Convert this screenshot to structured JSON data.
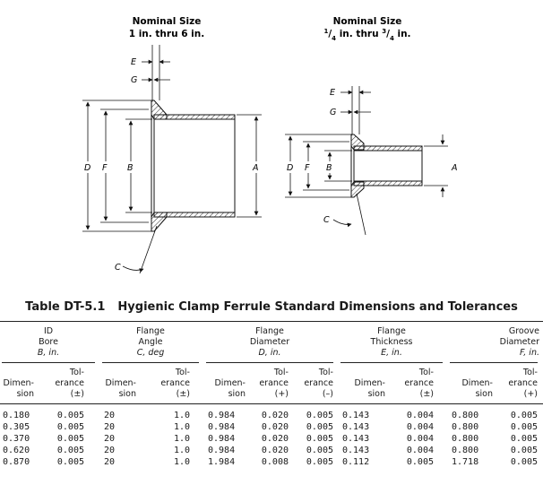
{
  "diagram": {
    "left_title": [
      "Nominal Size",
      "1 in. thru 6 in."
    ],
    "right_title": [
      "Nominal Size",
      "1/4 in. thru 3/4 in."
    ],
    "labels": {
      "E": "E",
      "G": "G",
      "D": "D",
      "F": "F",
      "B": "B",
      "A": "A",
      "C": "C"
    }
  },
  "table": {
    "number": "Table DT-5.1",
    "title": "Hygienic Clamp Ferrule Standard Dimensions and Tolerances",
    "groups": [
      {
        "lines": [
          "ID",
          "Bore",
          "B, in."
        ]
      },
      {
        "lines": [
          "Flange",
          "Angle",
          "C, deg"
        ]
      },
      {
        "lines": [
          "Flange",
          "Diameter",
          "D, in."
        ]
      },
      {
        "lines": [
          "Flange",
          "Thickness",
          "E, in."
        ]
      },
      {
        "lines": [
          "Groove",
          "Diameter",
          "F, in."
        ]
      }
    ],
    "subheaders": [
      [
        "Dimen-",
        "sion"
      ],
      [
        "Tol-",
        "erance",
        "(±)"
      ],
      [
        "Dimen-",
        "sion"
      ],
      [
        "Tol-",
        "erance",
        "(±)"
      ],
      [
        "Dimen-",
        "sion"
      ],
      [
        "Tol-",
        "erance",
        "(+)"
      ],
      [
        "Tol-",
        "erance",
        "(–)"
      ],
      [
        "Dimen-",
        "sion"
      ],
      [
        "Tol-",
        "erance",
        "(±)"
      ],
      [
        "Dimen-",
        "sion"
      ],
      [
        "Tol-",
        "erance",
        "(+)"
      ]
    ],
    "rows": [
      [
        "0.180",
        "0.005",
        "20",
        "1.0",
        "0.984",
        "0.020",
        "0.005",
        "0.143",
        "0.004",
        "0.800",
        "0.005"
      ],
      [
        "0.305",
        "0.005",
        "20",
        "1.0",
        "0.984",
        "0.020",
        "0.005",
        "0.143",
        "0.004",
        "0.800",
        "0.005"
      ],
      [
        "0.370",
        "0.005",
        "20",
        "1.0",
        "0.984",
        "0.020",
        "0.005",
        "0.143",
        "0.004",
        "0.800",
        "0.005"
      ],
      [
        "0.620",
        "0.005",
        "20",
        "1.0",
        "0.984",
        "0.020",
        "0.005",
        "0.143",
        "0.004",
        "0.800",
        "0.005"
      ],
      [
        "0.870",
        "0.005",
        "20",
        "1.0",
        "1.984",
        "0.008",
        "0.005",
        "0.112",
        "0.005",
        "1.718",
        "0.005"
      ]
    ]
  }
}
